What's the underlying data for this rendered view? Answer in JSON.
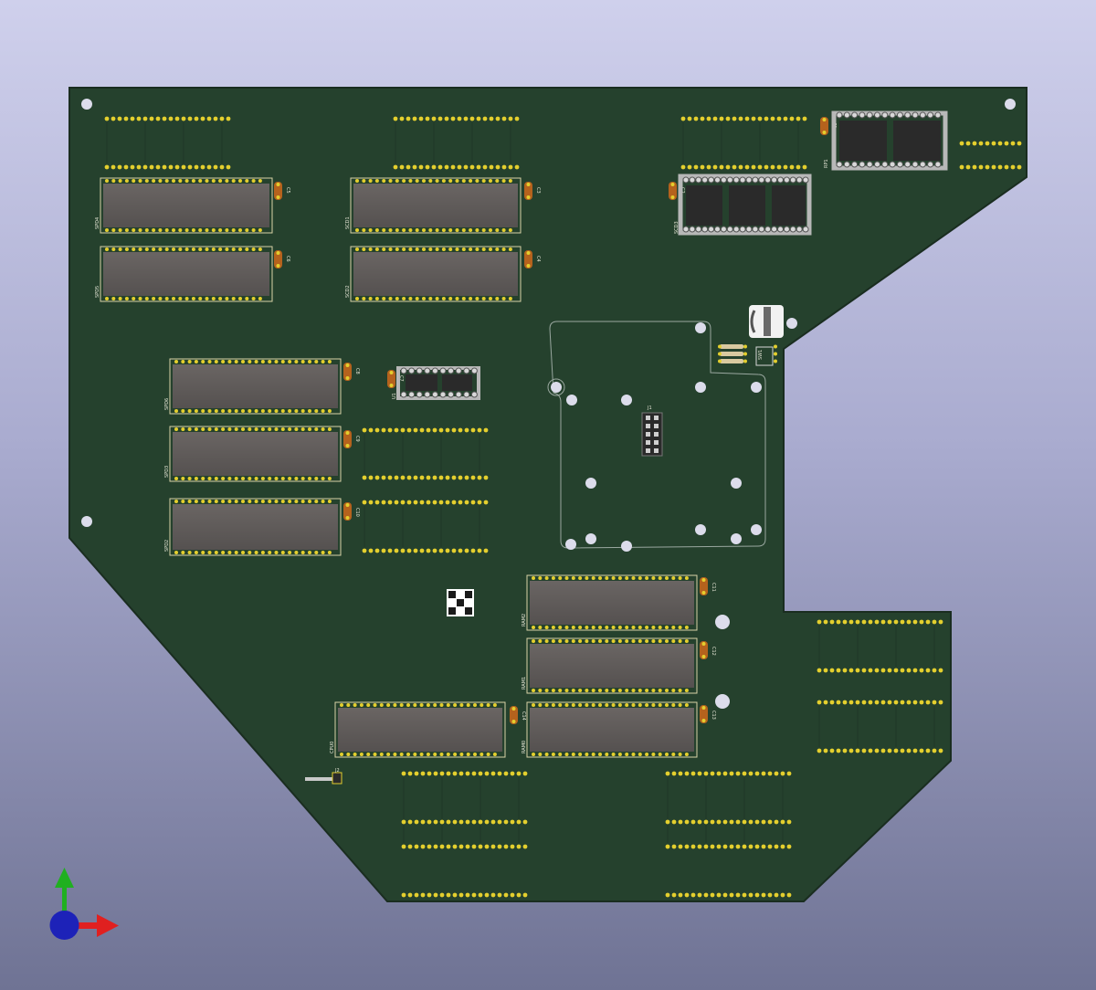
{
  "app": {
    "title": "3D Viewer"
  },
  "colors": {
    "background_top": "#cfd0ec",
    "background_bottom": "#6f7394",
    "board": "#25412d",
    "chip_body": "#5f5a58",
    "pad": "#e4cf2e",
    "capacitor": "#b5621d",
    "socket": "#c8c8c8",
    "axis_x": "#e02020",
    "axis_y": "#20b020",
    "axis_z": "#1d22b8"
  },
  "icons": {
    "axis": "xyz-axis-gizmo-icon",
    "mounting_hole": "mounting-hole-icon",
    "fiducial": "qr-marker-icon"
  },
  "board": {
    "chips": [
      {
        "ref": "SPD4"
      },
      {
        "ref": "SPD5"
      },
      {
        "ref": "SCD1"
      },
      {
        "ref": "SCD2"
      },
      {
        "ref": "SPD6"
      },
      {
        "ref": "SPD3"
      },
      {
        "ref": "SPD2"
      },
      {
        "ref": "RAM2"
      },
      {
        "ref": "RAM1"
      },
      {
        "ref": "RAM0"
      },
      {
        "ref": "CPU0"
      }
    ],
    "capacitors": {
      "c5": "C5",
      "c6": "C6",
      "c3": "C3",
      "c4": "C4",
      "c1": "C1",
      "c2": "C2",
      "c7": "C7",
      "c8": "C8",
      "c9": "C9",
      "c10": "C10",
      "c11": "C11",
      "c12": "C12",
      "c13": "C13",
      "c14": "C14"
    },
    "sockets": {
      "rom1": "RP1",
      "rom2": "SCD3",
      "u1": "U1",
      "sw": "SW1"
    },
    "connectors": {
      "j1": "J1",
      "j2": "J2"
    }
  }
}
